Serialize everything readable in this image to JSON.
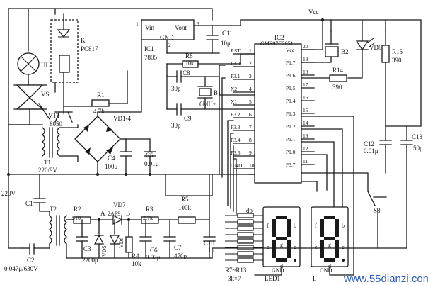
{
  "labels": {
    "hl": "HL",
    "k": "K",
    "k_part": "PC817",
    "vs": "VS",
    "vt1": "VT1",
    "vt1_part": "8050",
    "r1": "R1",
    "r1_val": "4.7k",
    "vd1_4": "VD1-4",
    "t1": "T1",
    "t1_val": "220/9V",
    "c4": "C4",
    "c4_val": "100μ",
    "c5": "C5",
    "c5_val": "0.01μ",
    "ic1_vin": "Vin",
    "ic1_vout": "Vout",
    "ic1_gnd": "GND",
    "ic1": "IC1",
    "ic1_part": "7805",
    "p1": "1",
    "p2": "2",
    "p3": "3",
    "c11": "C11",
    "c11_val": "10μ",
    "r6": "R6",
    "r6_val": "10k",
    "c8": "C8",
    "c8_val": "30p",
    "b1": "B1",
    "b1_val": "6MHz",
    "c9": "C9",
    "c9_val": "30p",
    "ic2": "IC2",
    "ic2_part": "GMS97C2051",
    "rst": "RST",
    "vcc_pin": "Vcc",
    "x2": "X2",
    "x1": "X1",
    "gnd": "GND",
    "vcc_rail": "Vcc",
    "b2": "B2",
    "vd8": "VD8",
    "r15": "R15",
    "r15_val": "390",
    "r14": "R14",
    "r14_val": "390",
    "c12": "C12",
    "c12_val": "0.01μ",
    "c13": "C13",
    "c13_val": "50μ",
    "s8": "S8",
    "ac_in": "220V",
    "c1": "C1",
    "c2": "C2",
    "c2_val": "0.047μ/630V",
    "t2": "T2",
    "r2": "R2",
    "r2_val": "510",
    "vd7": "VD7",
    "vd7_part": "2AP9",
    "node_a": "A",
    "node_b": "B",
    "r3": "R3",
    "r3_val": "2.7k",
    "r5": "R5",
    "r5_val": "100k",
    "c3": "C3",
    "c3_val": "2200p",
    "vd5": "VD5",
    "vd6": "VD6",
    "r4": "R4",
    "r4_val": "10k",
    "c6": "C6",
    "c6_val": "0.02μ",
    "c7": "C7",
    "c7_val": "470p",
    "c10": "C10",
    "c10_val": "1μ",
    "r7_13": "R7~R13",
    "r7_13_val": "3k×7",
    "dp": "dp",
    "led1": "LED1",
    "led1_gnd": "GND",
    "led2": "L",
    "led2_gnd": "GND",
    "watermark": "www.55dianzi.com"
  },
  "ic2_left_pins": [
    {
      "num": "1",
      "name": "RST"
    },
    {
      "num": "2",
      "name": "P3.0"
    },
    {
      "num": "3",
      "name": "P3.1"
    },
    {
      "num": "4",
      "name": "X2"
    },
    {
      "num": "5",
      "name": "X1"
    },
    {
      "num": "6",
      "name": "P3.2"
    },
    {
      "num": "7",
      "name": "P3.3"
    },
    {
      "num": "8",
      "name": "P3.4"
    },
    {
      "num": "9",
      "name": "P3.5"
    },
    {
      "num": "10",
      "name": "GND"
    }
  ],
  "ic2_right_pins": [
    {
      "num": "20",
      "name": "Vcc"
    },
    {
      "num": "19",
      "name": "P1.7"
    },
    {
      "num": "18",
      "name": "P1.6"
    },
    {
      "num": "17",
      "name": "P1.5"
    },
    {
      "num": "16",
      "name": "P1.4"
    },
    {
      "num": "15",
      "name": "P1.3"
    },
    {
      "num": "14",
      "name": "P1.2"
    },
    {
      "num": "13",
      "name": "P1.1"
    },
    {
      "num": "12",
      "name": "P1.0"
    },
    {
      "num": "11",
      "name": "P3.7"
    }
  ],
  "segments": [
    "a",
    "b",
    "c",
    "d",
    "e",
    "f",
    "g"
  ]
}
